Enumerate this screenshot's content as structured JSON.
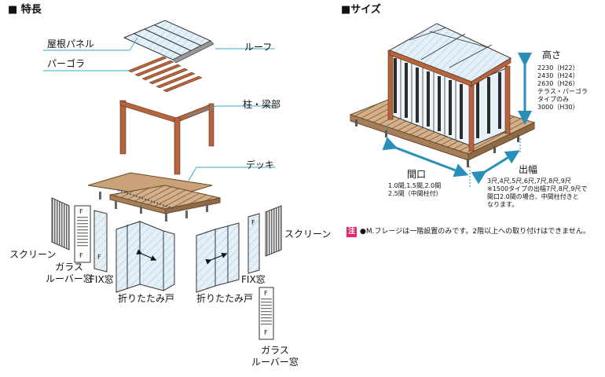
{
  "features": {
    "heading": "■ 特長",
    "labels": {
      "roof_panel": "屋根パネル",
      "roof": "ルーフ",
      "pergola": "パーゴラ",
      "pillar_beam": "柱・梁部",
      "deck": "デッキ",
      "screen_left": "スクリーン",
      "screen_right": "スクリーン",
      "glass_louver_left": [
        "ガラス",
        "ルーバー窓"
      ],
      "fix_left": "FIX窓",
      "fix_right": "FIX窓",
      "folding_left": "折りたたみ戸",
      "folding_right": "折りたたみ戸",
      "glass_louver_bottom": [
        "ガラス",
        "ルーバー窓"
      ],
      "fix_letter": "F"
    }
  },
  "size": {
    "heading": "■サイズ",
    "height": {
      "title": "高さ",
      "lines": [
        "2230（H22）",
        "2430（H24）",
        "2630（H26）",
        "テラス・パーゴラ",
        "タイプのみ",
        "3000（H30）"
      ]
    },
    "frontage": {
      "title": "間口",
      "lines": [
        "1.0間,1.5間,2.0間",
        "2.5間（中間柱付）"
      ]
    },
    "depth": {
      "title": "出幅",
      "lines": [
        "3尺,4尺,5尺,6尺,7尺,8尺,9尺",
        "※1500タイプの出幅7尺,8尺,9尺で",
        "間口2.0間の場合、中間柱付きと",
        "なります。"
      ]
    }
  },
  "note": {
    "badge": "注",
    "text": "●M.フレージは一階設置のみです。2階以上への取り付けはできません。"
  },
  "colors": {
    "wood": "#b5643d",
    "deck": "#c9a27a",
    "glass": "#dcebf5",
    "leader": "#3aa6c8",
    "arrow": "#2a8fb8",
    "badge": "#e8266f"
  }
}
